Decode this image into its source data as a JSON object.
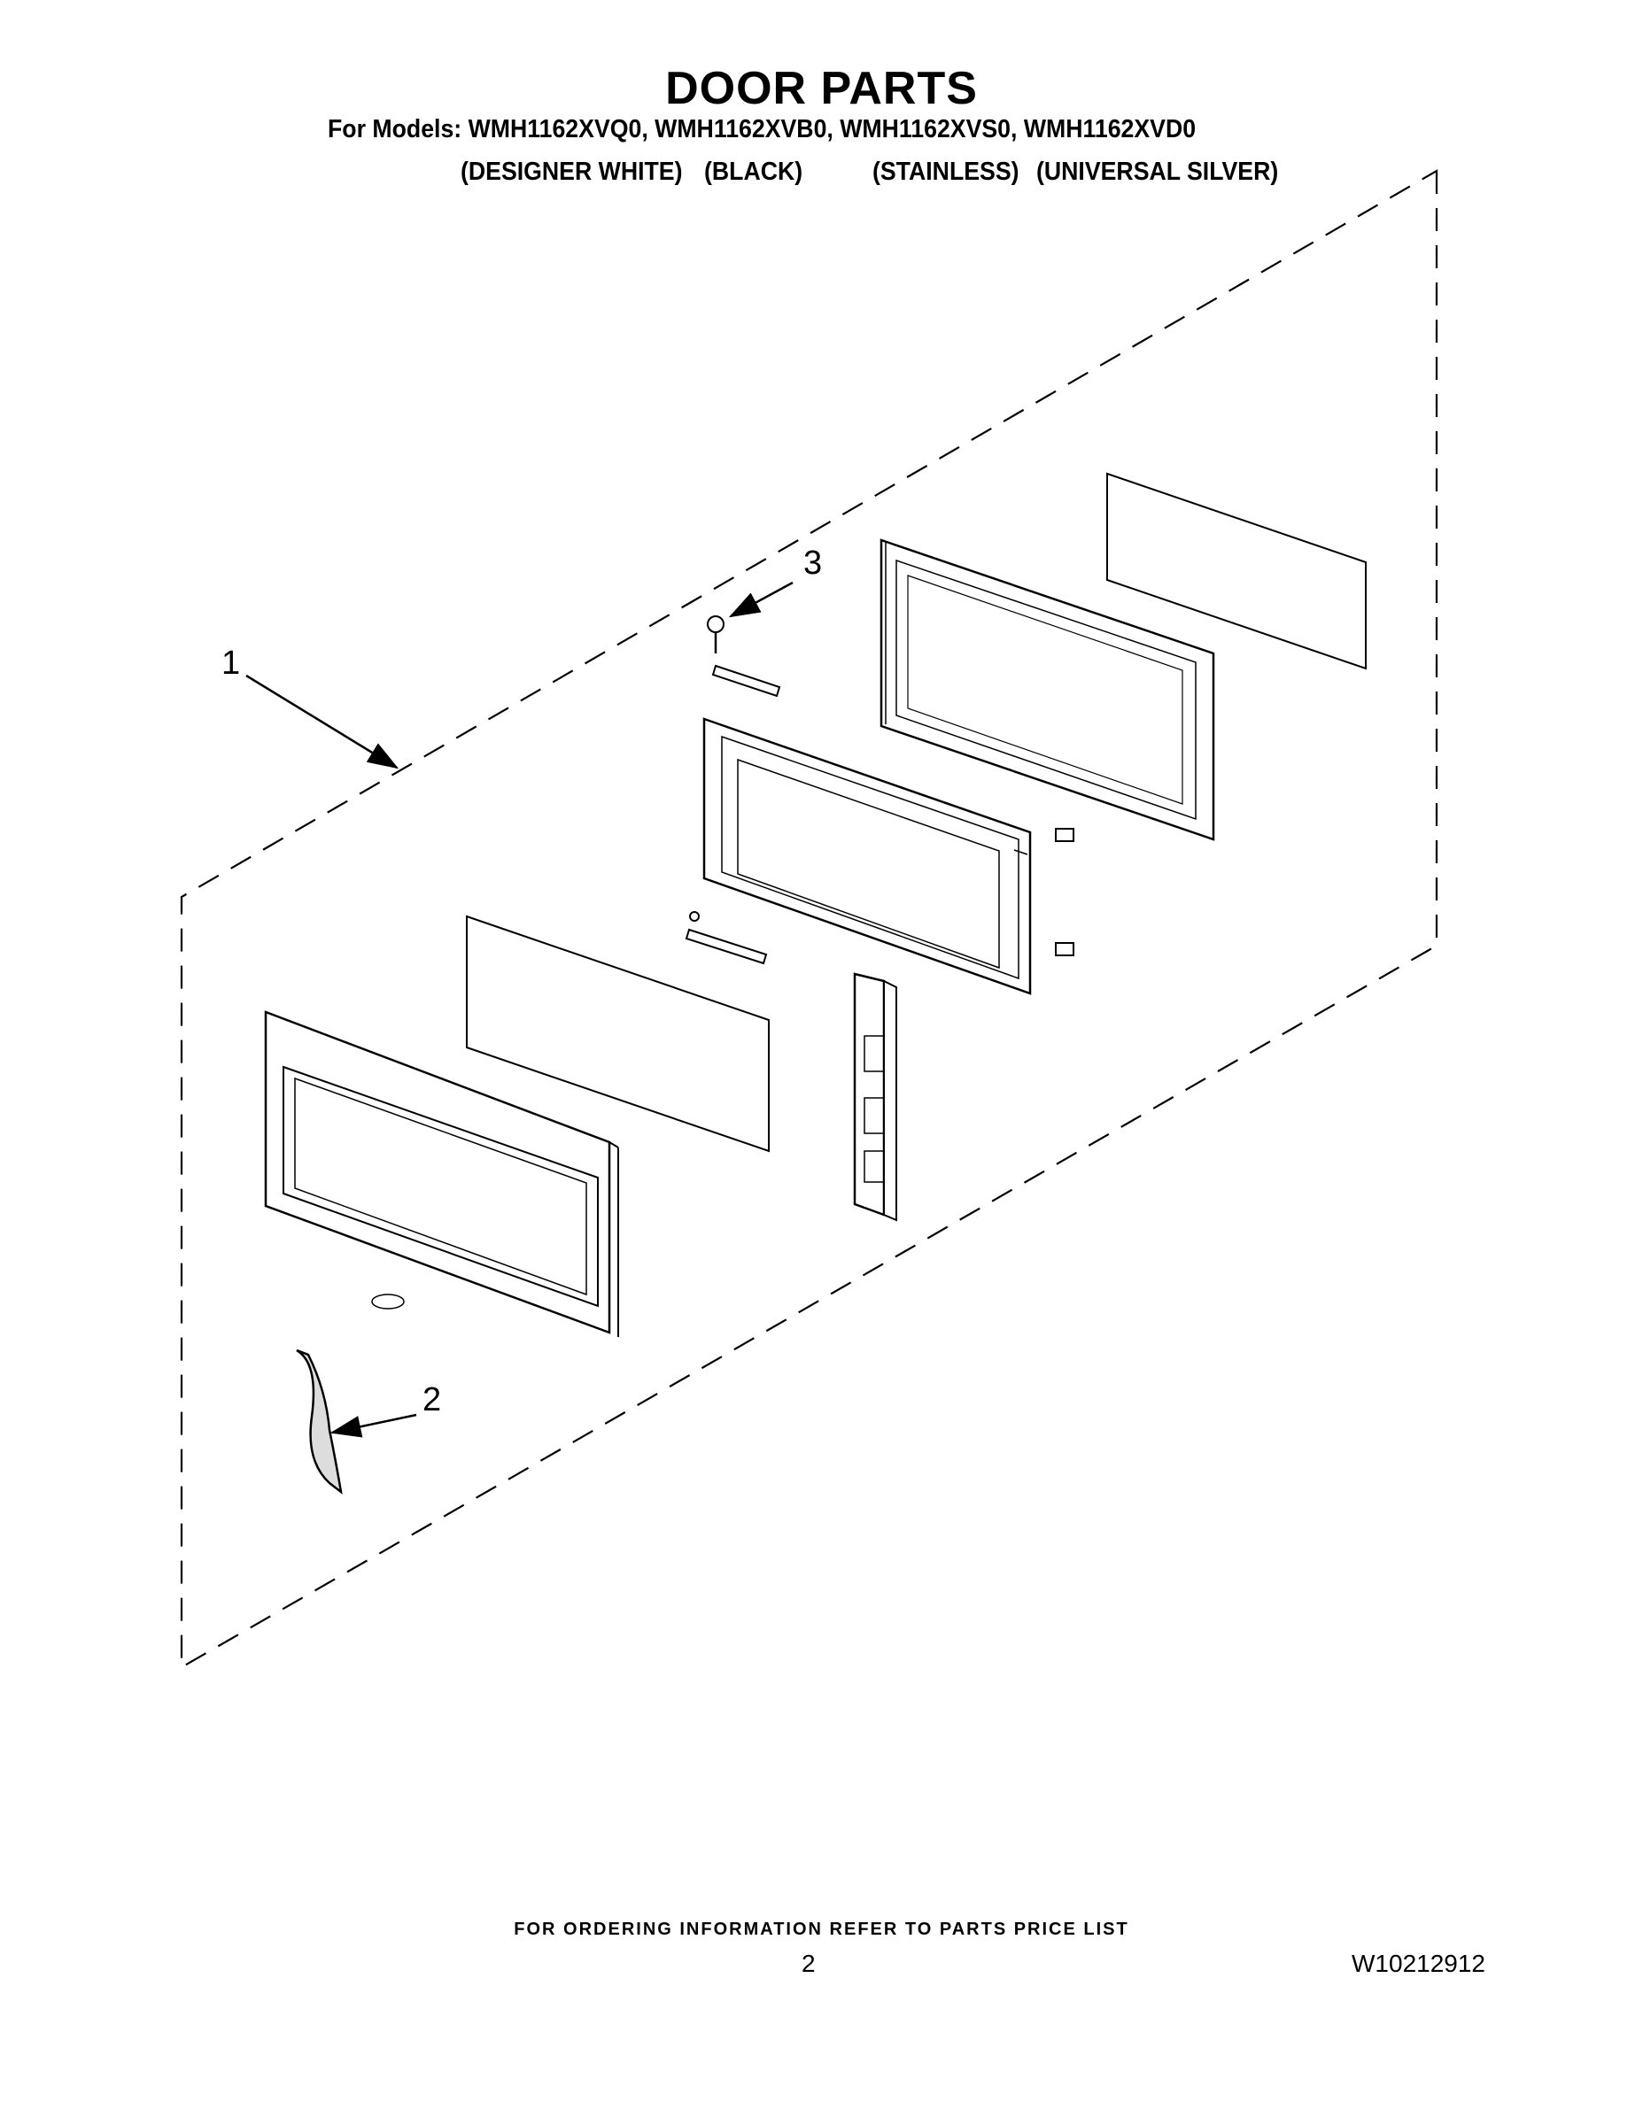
{
  "header": {
    "title": "DOOR PARTS",
    "models": "For Models: WMH1162XVQ0, WMH1162XVB0, WMH1162XVS0, WMH1162XVD0",
    "colors": [
      "(DESIGNER WHITE)",
      "(BLACK)",
      "(STAINLESS)",
      "(UNIVERSAL SILVER)"
    ]
  },
  "callouts": [
    "1",
    "2",
    "3"
  ],
  "footer": {
    "ordering": "FOR ORDERING INFORMATION REFER TO PARTS PRICE LIST",
    "page_number": "2",
    "document_number": "W10212912"
  }
}
